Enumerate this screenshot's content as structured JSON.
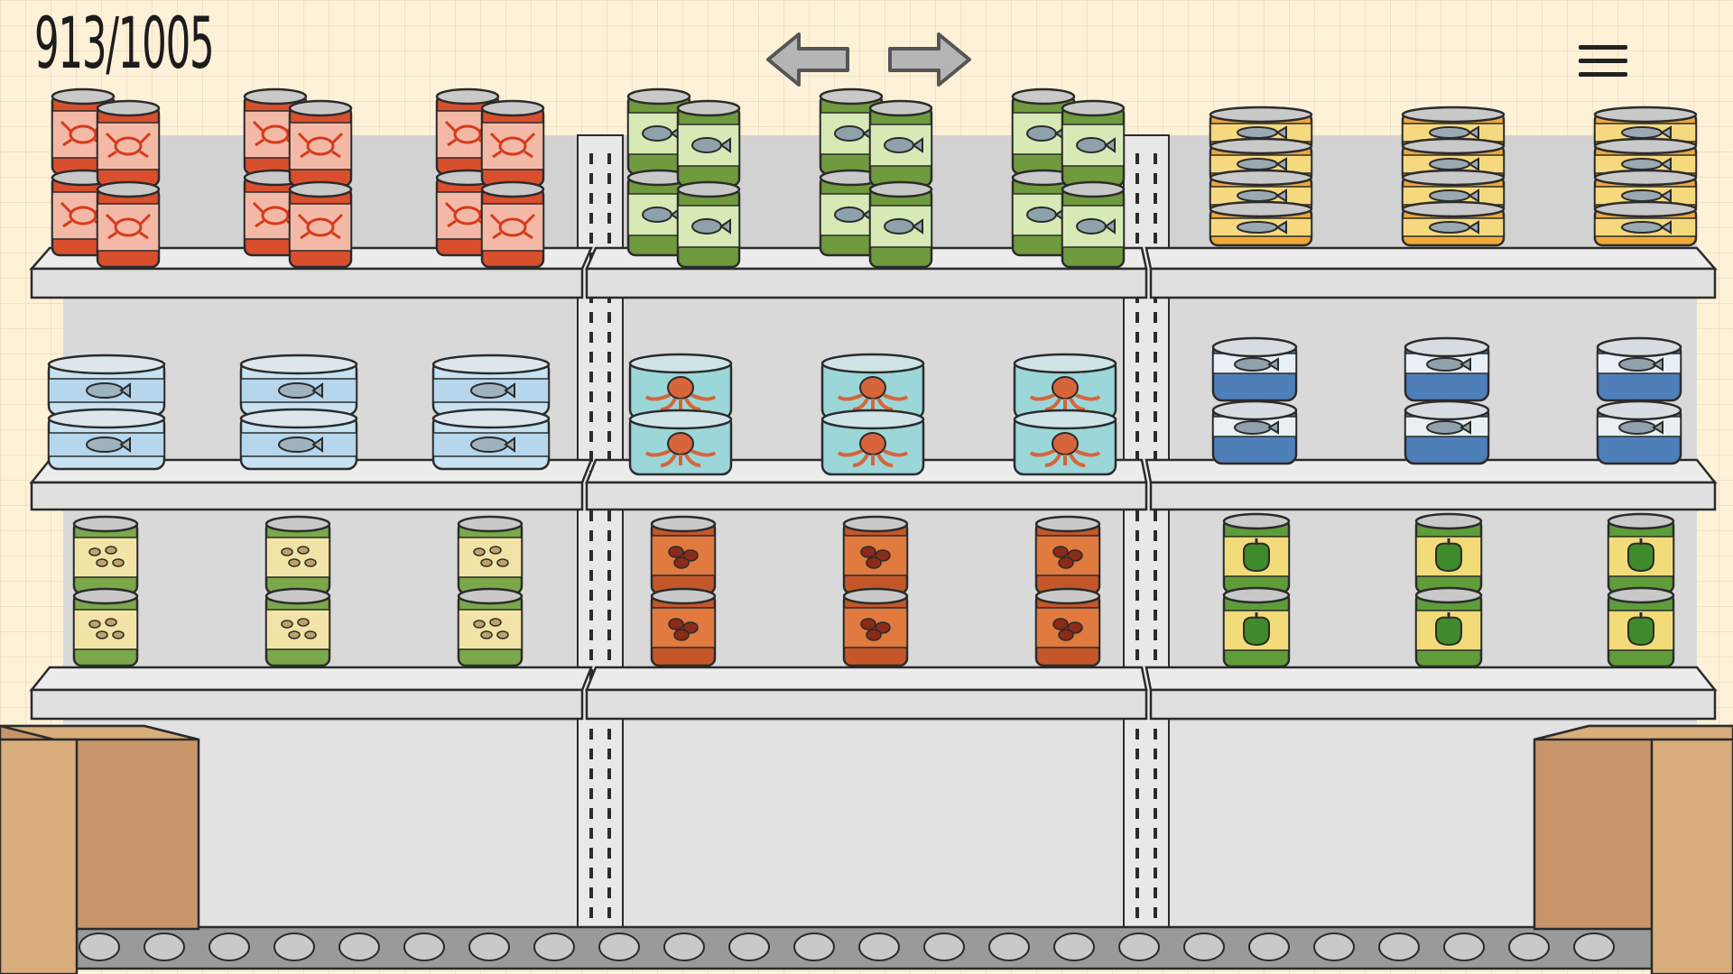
{
  "hud": {
    "score": "913/1005",
    "prev_icon": "arrow-left-icon",
    "next_icon": "arrow-right-icon",
    "menu_icon": "hamburger-menu-icon"
  },
  "scene": {
    "shelf_sections": [
      {
        "section": "left",
        "rows": [
          {
            "item": "crab-can",
            "stacks": 3
          },
          {
            "item": "fish-tuna-can",
            "stacks": 3
          },
          {
            "item": "bean-can",
            "stacks": 3
          }
        ]
      },
      {
        "section": "center",
        "rows": [
          {
            "item": "green-fish-can",
            "stacks": 3
          },
          {
            "item": "octopus-can",
            "stacks": 3
          },
          {
            "item": "baked-beans-can",
            "stacks": 3
          }
        ]
      },
      {
        "section": "right",
        "rows": [
          {
            "item": "sardine-can",
            "stacks": 3
          },
          {
            "item": "blue-fish-can",
            "stacks": 3
          },
          {
            "item": "pepper-can",
            "stacks": 3
          }
        ]
      }
    ],
    "colors": {
      "background": "#fdf1d8",
      "shelf": "#dcdcdc",
      "outline": "#2b2b2b",
      "box": "#d9ad7c"
    }
  }
}
